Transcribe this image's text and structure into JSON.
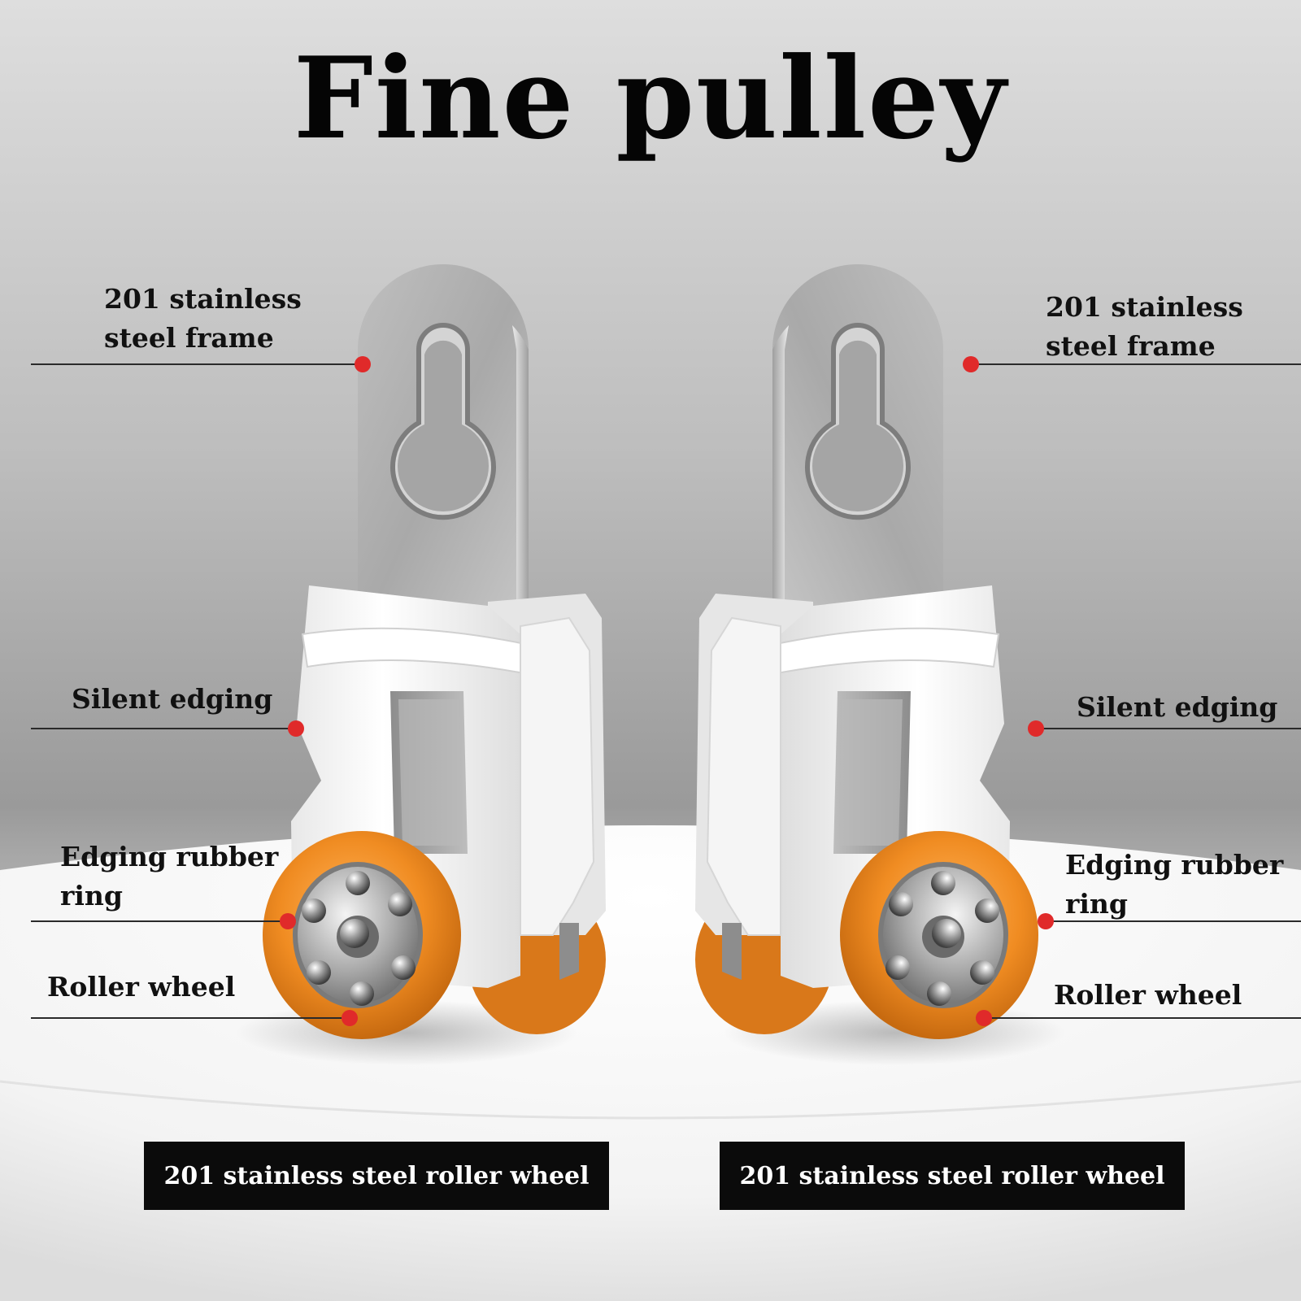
{
  "title": "Fine pulley",
  "labels": {
    "left": {
      "frame": [
        "201 stainless",
        "steel frame"
      ],
      "edging": "Silent edging",
      "rubber": [
        "Edging rubber",
        "ring"
      ],
      "roller": "Roller wheel"
    },
    "right": {
      "frame": [
        "201 stainless",
        "steel frame"
      ],
      "edging": "Silent edging",
      "rubber": [
        "Edging rubber",
        "ring"
      ],
      "roller": "Roller wheel"
    }
  },
  "captions": {
    "left": "201 stainless steel roller wheel",
    "right": "201 stainless steel roller wheel"
  },
  "colors": {
    "background_top": "#d9d9d9",
    "background_mid": "#a2a2a2",
    "pedestal": "#f4f4f4",
    "steel": "#c2c2c2",
    "housing": "#f7f7f7",
    "wheel_orange": "#ee8a22",
    "marker_red": "#e02a2a",
    "caption_bg": "#0b0b0b"
  }
}
